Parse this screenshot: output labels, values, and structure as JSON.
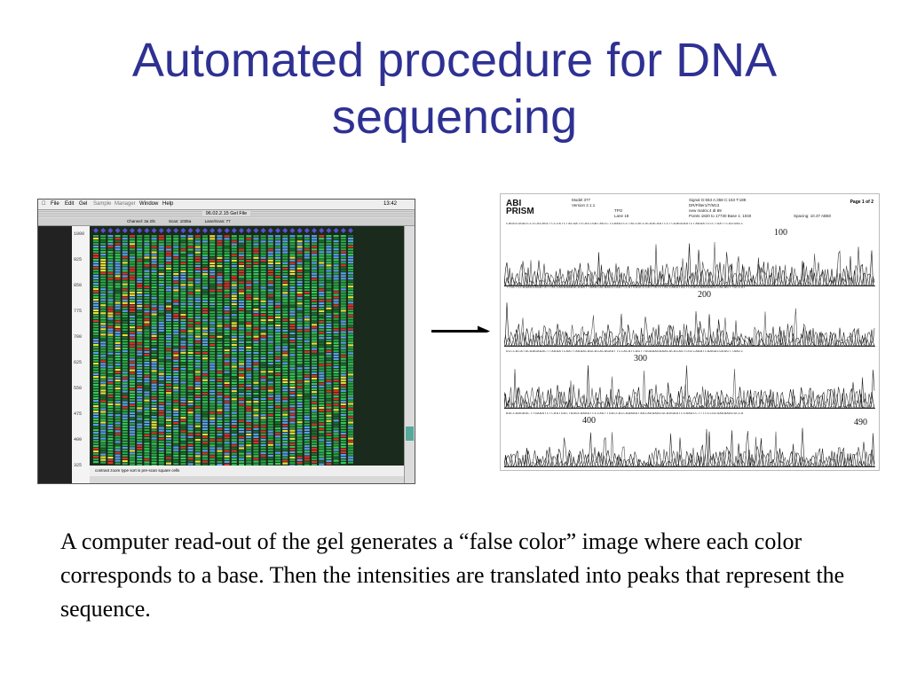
{
  "slide": {
    "title_line1": "Automated procedure for DNA",
    "title_line2": "sequencing",
    "caption": "A computer read-out of the gel generates a “false color” image where each color corresponds to a base.  Then the intensities are translated into peaks that represent the sequence."
  },
  "gel_window": {
    "menus": [
      "File",
      "Edit",
      "Gel",
      "Sample",
      "Manager",
      "Window",
      "Help"
    ],
    "clock": "13:42",
    "window_title": "96.02.2.15 Gel File",
    "toolbar": [
      "Channel: 3a 2/5",
      "Scan: 1035a",
      "Lane/Scan: 77"
    ],
    "scale_ticks": [
      "1000",
      "925",
      "850",
      "775",
      "700",
      "625",
      "550",
      "475",
      "400",
      "325"
    ],
    "status": "contrast zoom type sort is pre-scan square cells",
    "lane_colors": [
      "#2aa84a",
      "#36c85a",
      "#5aa0e8",
      "#d8342c",
      "#e8e040",
      "#1b6e30"
    ]
  },
  "chromatogram": {
    "brand_line1": "ABI",
    "brand_line2": "PRISM",
    "header_left": [
      "Model 377",
      "Version 2.1.1"
    ],
    "header_mid": [
      "TPO",
      "Lane 18"
    ],
    "header_right": [
      "Signal G:553 A:358 C:153 T:189",
      "DR/Filter1/T/M13",
      "new matrix:4 dt 89",
      "Points 1820 to 17730  Base 1: 1040"
    ],
    "spacing": "Spacing: 10.37 AB50",
    "page": "Page 1 of 2",
    "row_labels": [
      "100",
      "200",
      "300",
      "400",
      "490"
    ],
    "seq_rows": [
      "CAGGCGGACCCCCACAGCTCCCATCTACGATCCACCGATAGCCTCAAGCCCTACCACCGCAGCAGTCCTCGAGGGATCTAAGATCCCTGATTCACGACC",
      "TTGCTCCAGAGCAGATATTACCAGGAAAGCAGATTAAGCACAAGCCAGTCCATGGGCCCATTATCTACCAAGTACTCCACCAAGGAGCCACAGTTGCCGT",
      "GCCCACATGCAAGAGACTTAAGATCAATTAAGACAGCACACAGAGTTCCACATCAGTTGGAAAGGAACACACAGTCGCCAAATCAAGACGGGGTTAACC",
      "AGCCAAGAGCTTGAAATCTCAGTGGCTAGGCAAAGTCCCAGTTGGCCACCAAAAGTAGCAGGAACGCAGGAGTCCAAGCCTTTCCCGCGAGAAACGCCA"
    ]
  }
}
